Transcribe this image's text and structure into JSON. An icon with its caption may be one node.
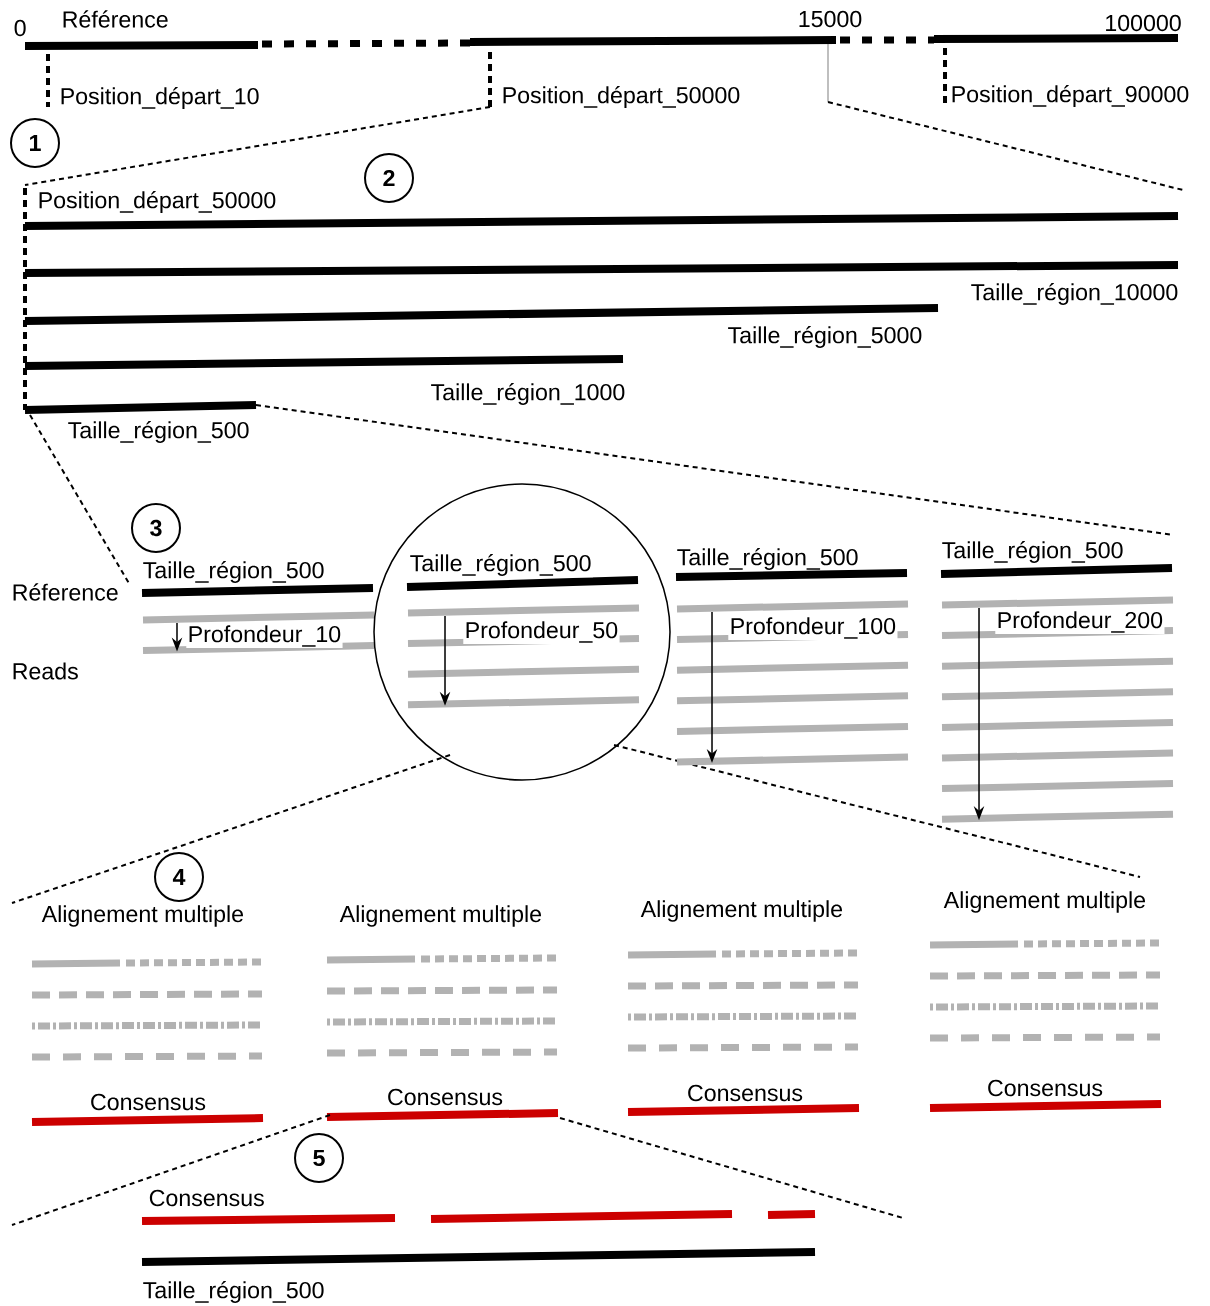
{
  "diagram": {
    "nodes": [
      {
        "text": [
          "1"
        ]
      },
      {
        "text": [
          "2"
        ]
      },
      {
        "text": [
          "3"
        ]
      },
      {
        "text": [
          "Taille_région_500",
          "Profondeur_50"
        ]
      },
      {
        "text": [
          "4"
        ]
      },
      {
        "text": [
          "5"
        ]
      }
    ],
    "labels": [
      "0",
      "Référence",
      "15000",
      "100000",
      "Position_départ_10",
      "Position_départ_50000",
      "Position_départ_90000",
      "Position_départ_50000",
      "Taille_région_10000",
      "Taille_région_5000",
      "Taille_région_1000",
      "Taille_région_500",
      "Réference",
      "Taille_région_500",
      "Taille_région_500",
      "Taille_région_500",
      "Profondeur_10",
      "Profondeur_100",
      "Profondeur_200",
      "Reads",
      "Alignement multiple",
      "Alignement multiple",
      "Alignement multiple",
      "Alignement multiple",
      "Consensus",
      "Consensus",
      "Consensus",
      "Consensus",
      "Consensus",
      "Taille_région_500"
    ]
  }
}
